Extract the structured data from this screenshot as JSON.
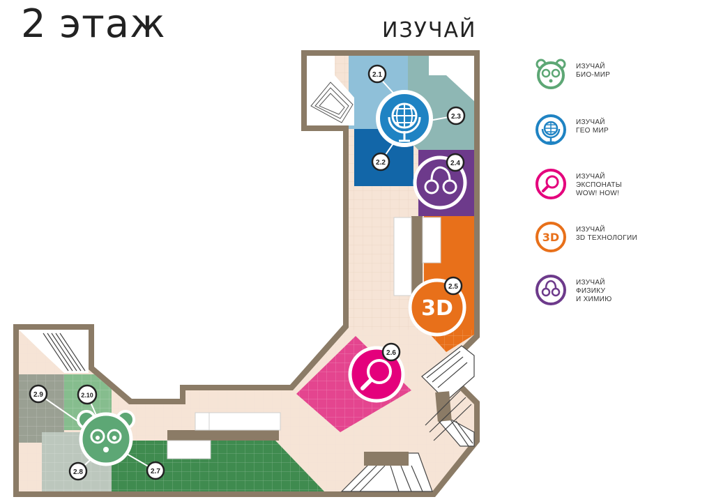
{
  "floor_title": "2 этаж",
  "section_title": "ИЗУЧАЙ",
  "colors": {
    "wall": "#8b7b66",
    "floor": "#f6e4d6",
    "bio": "#5da775",
    "bio_light": "#86bd8e",
    "bio_grey": "#9aa093",
    "bio_pale": "#bcc7bd",
    "bio_dark": "#3f8b4f",
    "geo": "#1f83c3",
    "geo_light": "#8fc0d9",
    "geo_teal": "#8eb7b4",
    "geo_dark": "#1266a8",
    "wow": "#e4007c",
    "wow_zone": "#e4458f",
    "tech": "#e8701a",
    "physics": "#6d3a8b"
  },
  "markers": [
    "2.1",
    "2.2",
    "2.3",
    "2.4",
    "2.5",
    "2.6",
    "2.7",
    "2.8",
    "2.9",
    "2.10"
  ],
  "badges": {
    "tech_text": "3D"
  },
  "legend": [
    {
      "icon": "bio-icon",
      "lines": [
        "ИЗУЧАЙ",
        "БИО-МИР"
      ]
    },
    {
      "icon": "geo-icon",
      "lines": [
        "ИЗУЧАЙ",
        "ГЕО МИР"
      ]
    },
    {
      "icon": "wow-icon",
      "lines": [
        "ИЗУЧАЙ",
        "ЭКСПОНАТЫ",
        "WOW! HOW!"
      ]
    },
    {
      "icon": "tech-icon",
      "lines": [
        "ИЗУЧАЙ",
        "3D ТЕХНОЛОГИИ"
      ],
      "icon_text": "3D"
    },
    {
      "icon": "physics-icon",
      "lines": [
        "ИЗУЧАЙ",
        "ФИЗИКУ",
        "И ХИМИЮ"
      ]
    }
  ]
}
